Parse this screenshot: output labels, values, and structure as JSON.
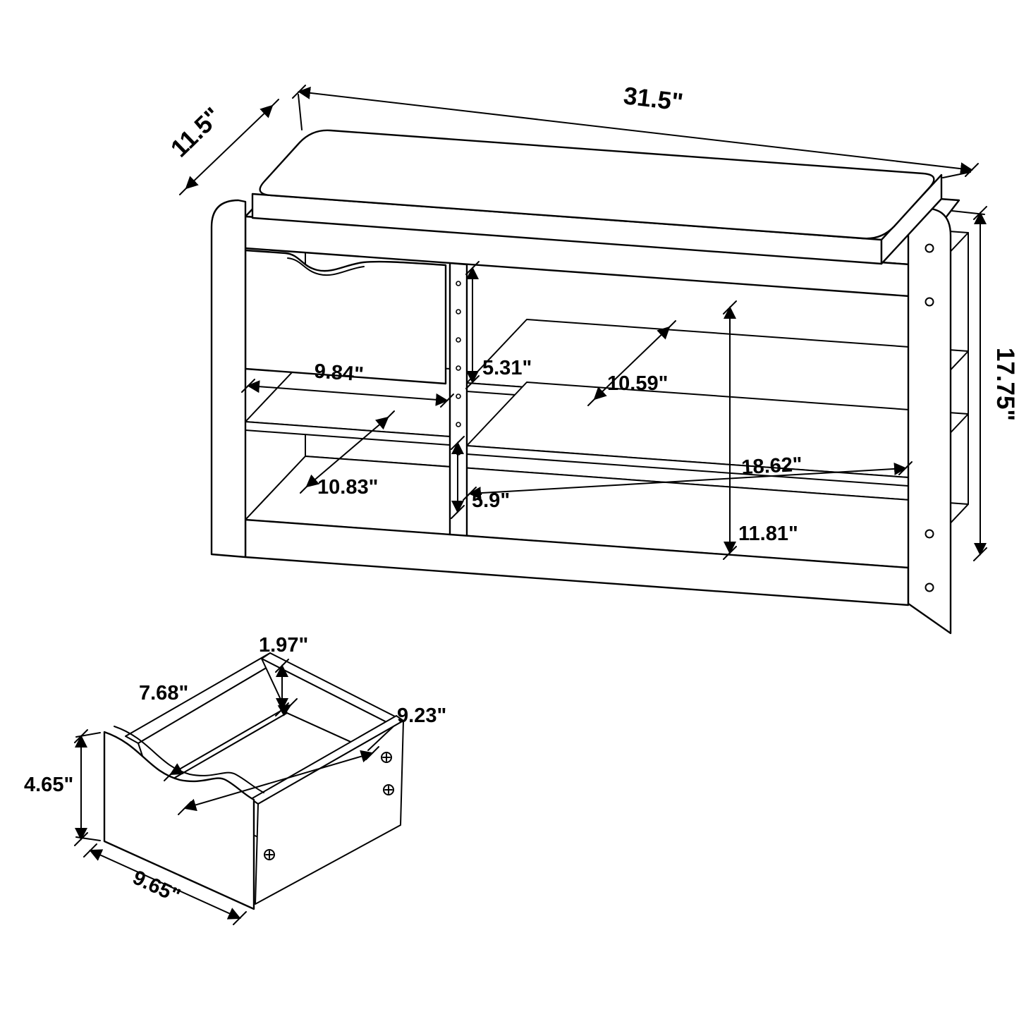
{
  "title": "Storage bench with drawer - dimension diagram",
  "colors": {
    "line": "#000000",
    "background": "#ffffff"
  },
  "bench": {
    "overall_width": "31.5\"",
    "overall_depth": "11.5\"",
    "overall_height": "17.75\"",
    "left_cubby_width": "9.84\"",
    "upper_shelf_clearance": "5.31\"",
    "right_shelf_depth": "10.59\"",
    "left_shelf_depth": "10.83\"",
    "lower_shelf_clearance": "5.9\"",
    "right_cubby_width": "18.62\"",
    "right_cubby_height": "11.81\""
  },
  "drawer": {
    "rail_height": "1.97\"",
    "interior_depth": "7.68\"",
    "interior_width": "9.23\"",
    "front_height": "4.65\"",
    "front_width": "9.65\""
  }
}
